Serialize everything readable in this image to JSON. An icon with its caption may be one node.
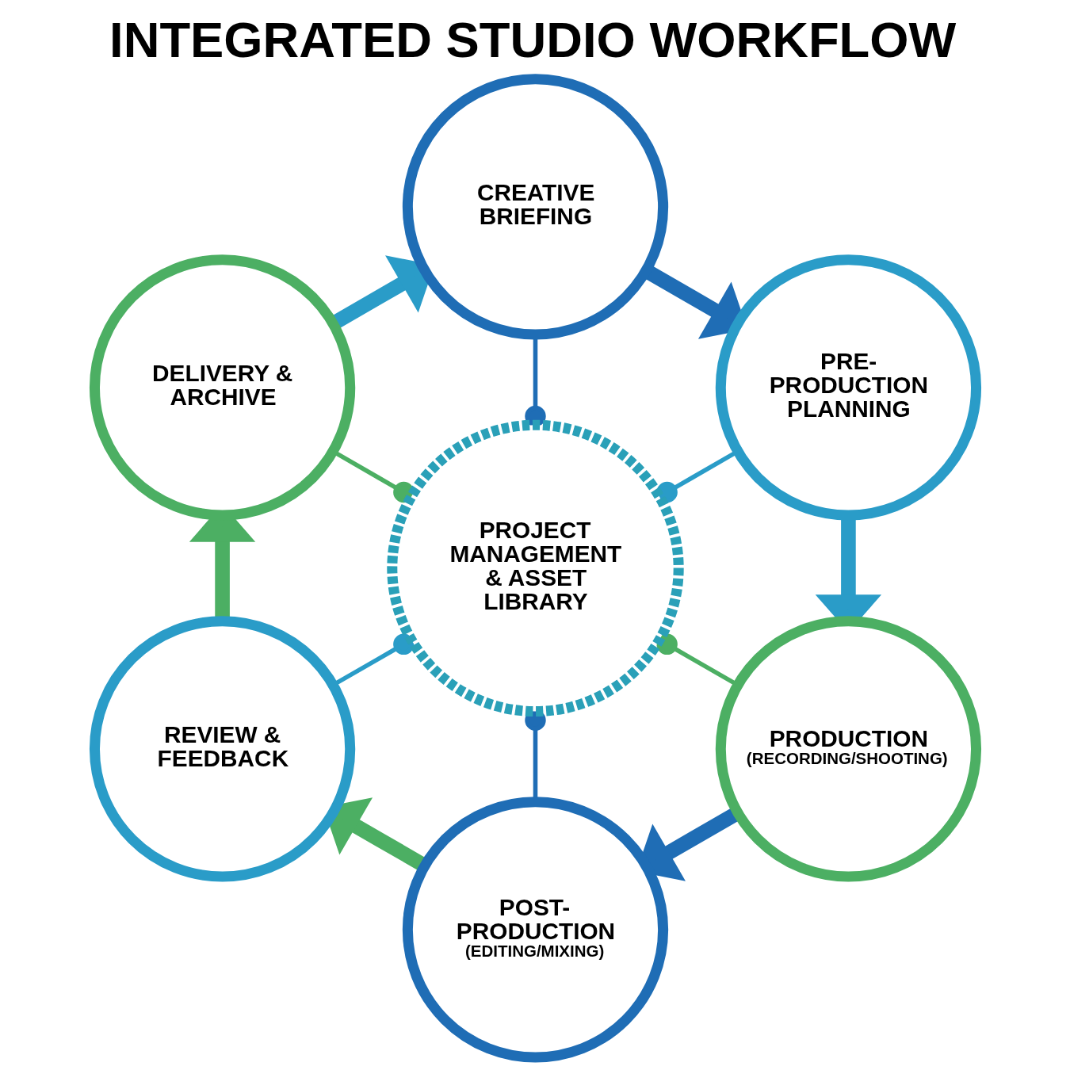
{
  "diagram": {
    "title": "INTEGRATED STUDIO WORKFLOW",
    "nodes": [
      {
        "text": [
          "CREATIVE BRIEFING"
        ]
      },
      {
        "text": [
          "PRE-PRODUCTION PLANNING"
        ]
      },
      {
        "text": [
          "PRODUCTION",
          "(RECORDING/SHOOTING)"
        ]
      },
      {
        "text": [
          "POST-PRODUCTION",
          "(EDITING/MIXING)"
        ]
      },
      {
        "text": [
          "REVIEW & FEEDBACK"
        ]
      },
      {
        "text": [
          "DELIVERY & ARCHIVE"
        ]
      },
      {
        "text": [
          "PROJECT MANAGEMENT & ASSET LIBRARY"
        ]
      }
    ],
    "edges": [
      {
        "from": 0,
        "to": 1,
        "arrow": "to",
        "style": "thick",
        "color": "#1f6db5"
      },
      {
        "from": 1,
        "to": 2,
        "arrow": "to",
        "style": "thick",
        "color": "#2a9cc8"
      },
      {
        "from": 2,
        "to": 3,
        "arrow": "to",
        "style": "thick",
        "color": "#1f6db5"
      },
      {
        "from": 3,
        "to": 4,
        "arrow": "to",
        "style": "thick",
        "color": "#4caf63"
      },
      {
        "from": 4,
        "to": 5,
        "arrow": "to",
        "style": "thick",
        "color": "#4caf63"
      },
      {
        "from": 5,
        "to": 0,
        "arrow": "to",
        "style": "thick",
        "color": "#2a9cc8"
      },
      {
        "from": 0,
        "to": 6,
        "arrow": "other",
        "color": "#1f6db5"
      },
      {
        "from": 1,
        "to": 6,
        "arrow": "other",
        "color": "#2a9cc8"
      },
      {
        "from": 2,
        "to": 6,
        "arrow": "other",
        "color": "#4caf63"
      },
      {
        "from": 3,
        "to": 6,
        "arrow": "other",
        "color": "#1f6db5"
      },
      {
        "from": 4,
        "to": 6,
        "arrow": "other",
        "color": "#2a9cc8"
      },
      {
        "from": 5,
        "to": 6,
        "arrow": "other",
        "color": "#4caf63"
      }
    ]
  }
}
